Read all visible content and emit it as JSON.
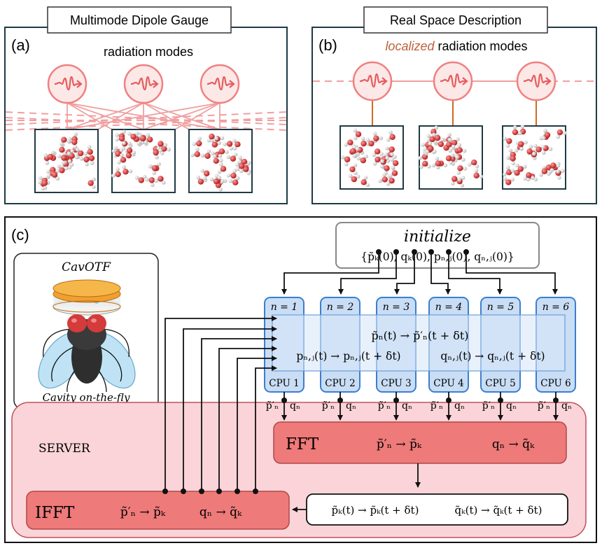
{
  "panel_a": {
    "title": "Multimode Dipole Gauge",
    "label": "(a)",
    "caption": "radiation modes"
  },
  "panel_b": {
    "title": "Real Space Description",
    "label": "(b)",
    "caption_em": "localized",
    "caption_rest": " radiation modes"
  },
  "panel_c": {
    "label": "(c)",
    "init_title": "initialize",
    "init_vars": "{p̃ₖ(0), qₖ(0), pₙ,ⱼ(0), qₙ,ⱼ(0)}",
    "logo_title": "CavOTF",
    "logo_caption": "Cavity on-the-fly",
    "cpu_n": [
      "n = 1",
      "n = 2",
      "n = 3",
      "n = 4",
      "n = 5",
      "n = 6"
    ],
    "cpu_names": [
      "CPU 1",
      "CPU 2",
      "CPU 3",
      "CPU 4",
      "CPU 5",
      "CPU 6"
    ],
    "eq_p": "p̃ₙ(t) → p̃′ₙ(t + δt)",
    "eq_pnj": "pₙ,ⱼ(t) → pₙ,ⱼ(t + δt)",
    "eq_qnj": "qₙ,ⱼ(t) → qₙ,ⱼ(t + δt)",
    "out_p": "p̃′ₙ",
    "out_q": "qₙ",
    "server_label": "SERVER",
    "fft_label": "FFT",
    "fft_eq1": "p̃′ₙ → p̃ₖ",
    "fft_eq2": "qₙ → q̃ₖ",
    "ifft_label": "IFFT",
    "ifft_eq1": "p̃′ₙ → p̃ₖ",
    "ifft_eq2": "qₙ → q̃ₖ",
    "prop_eq1": "p̃ₖ(t) → p̃ₖ(t + δt)",
    "prop_eq2": "q̃ₖ(t) → q̃ₖ(t + δt)"
  },
  "colors": {
    "frame": "#1f3a45",
    "mode_ring": "#f08080",
    "mode_fill": "#fde8e8",
    "coupling_line": "#d2691e",
    "cpu_fill": "#c9ddf5",
    "cpu_stroke": "#3b7fd0",
    "server_fill": "#fad4d8",
    "server_stroke": "#c0505a",
    "fft_fill": "#ee7a7a",
    "accent_text": "#c0603a"
  }
}
